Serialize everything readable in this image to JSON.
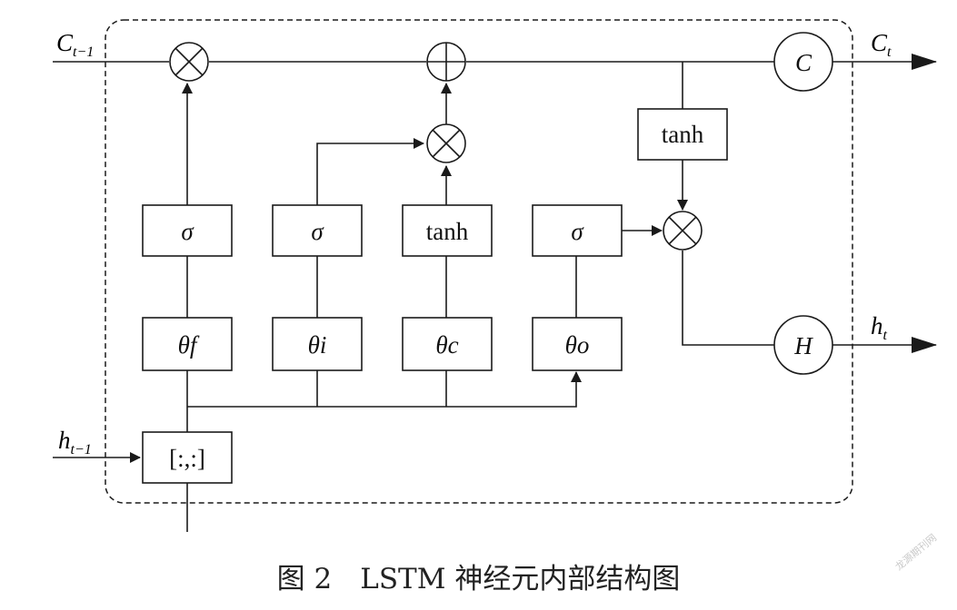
{
  "gates": {
    "sigma_f": "σ",
    "sigma_i": "σ",
    "tanh_c": "tanh",
    "sigma_o": "σ",
    "tanh_cell": "tanh"
  },
  "linears": {
    "theta_f": "θf",
    "theta_i": "θi",
    "theta_c": "θc",
    "theta_o": "θo"
  },
  "concat": "[:,:]",
  "nodes": {
    "cell": "C",
    "hidden": "H"
  },
  "signals": {
    "c_prev_main": "C",
    "c_prev_sub": "t−1",
    "c_out_main": "C",
    "c_out_sub": "t",
    "h_prev_main": "h",
    "h_prev_sub": "t−1",
    "h_out_main": "h",
    "h_out_sub": "t"
  },
  "caption": "图 2　LSTM 神经元内部结构图",
  "watermark": "龙源期刊网"
}
